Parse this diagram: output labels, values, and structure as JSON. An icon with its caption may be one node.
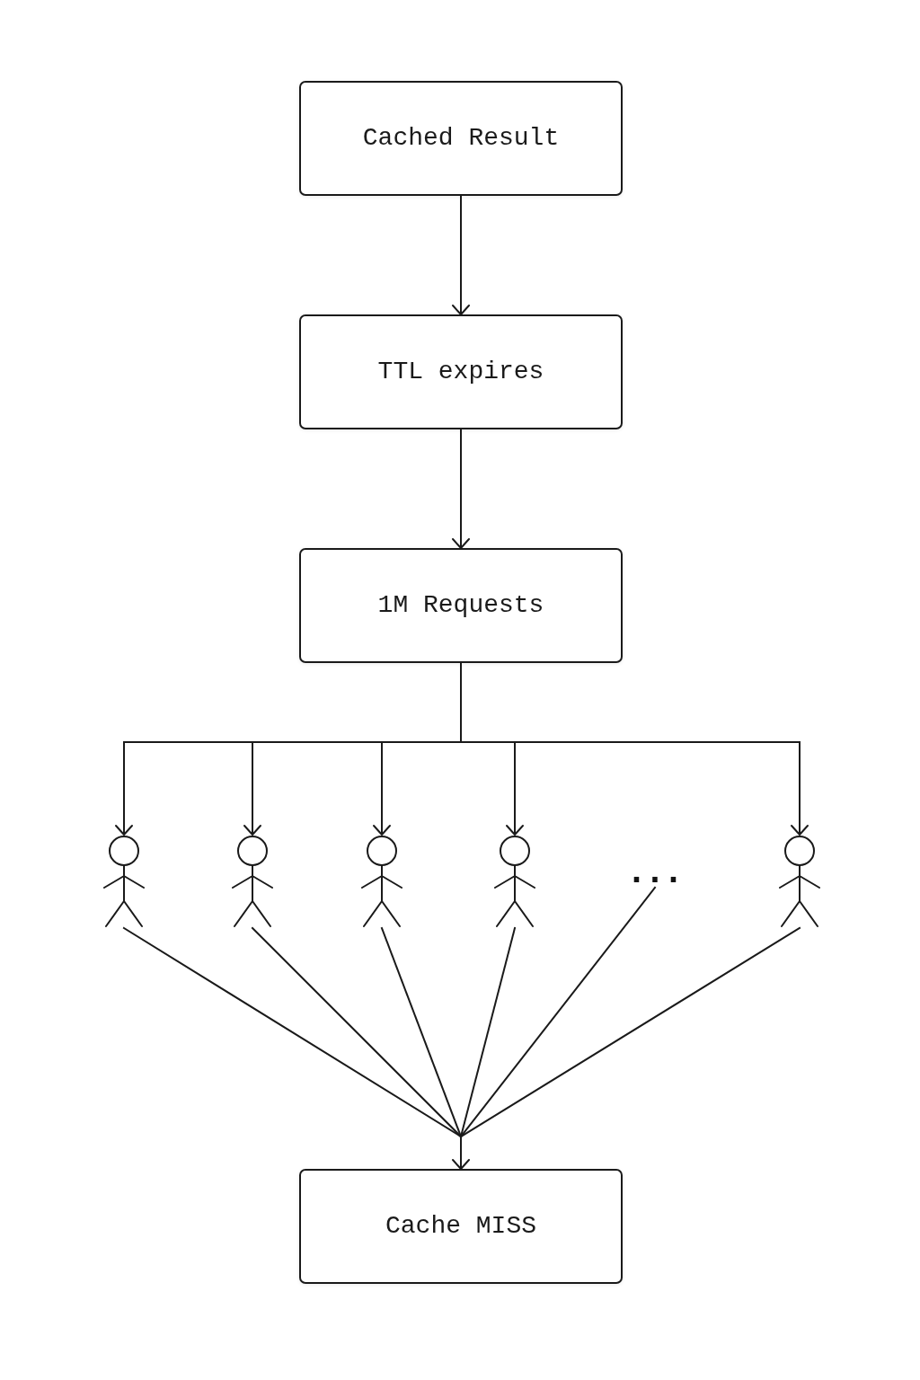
{
  "diagram": {
    "nodes": [
      {
        "text": [
          "Cached Result"
        ]
      },
      {
        "text": [
          "TTL expires"
        ]
      },
      {
        "text": [
          "1M Requests"
        ]
      },
      {
        "text": [],
        "shape": "person"
      },
      {
        "text": [],
        "shape": "person"
      },
      {
        "text": [],
        "shape": "person"
      },
      {
        "text": [],
        "shape": "person"
      },
      {
        "text": [
          "..."
        ]
      },
      {
        "text": [],
        "shape": "person"
      },
      {
        "text": [
          "Cache MISS"
        ]
      }
    ],
    "edges": [
      {
        "from": 0,
        "to": 1,
        "arrow": "to"
      },
      {
        "from": 1,
        "to": 2,
        "arrow": "to"
      },
      {
        "from": 2,
        "to": 3,
        "arrow": "to"
      },
      {
        "from": 2,
        "to": 4,
        "arrow": "to"
      },
      {
        "from": 2,
        "to": 5,
        "arrow": "to"
      },
      {
        "from": 2,
        "to": 6,
        "arrow": "to"
      },
      {
        "from": 2,
        "to": 8,
        "arrow": "to"
      },
      {
        "from": 3,
        "to": 9,
        "arrow": "to"
      },
      {
        "from": 4,
        "to": 9,
        "arrow": "to"
      },
      {
        "from": 5,
        "to": 9,
        "arrow": "to"
      },
      {
        "from": 6,
        "to": 9,
        "arrow": "to"
      },
      {
        "from": 7,
        "to": 9,
        "arrow": "to"
      },
      {
        "from": 8,
        "to": 9,
        "arrow": "to"
      }
    ]
  }
}
